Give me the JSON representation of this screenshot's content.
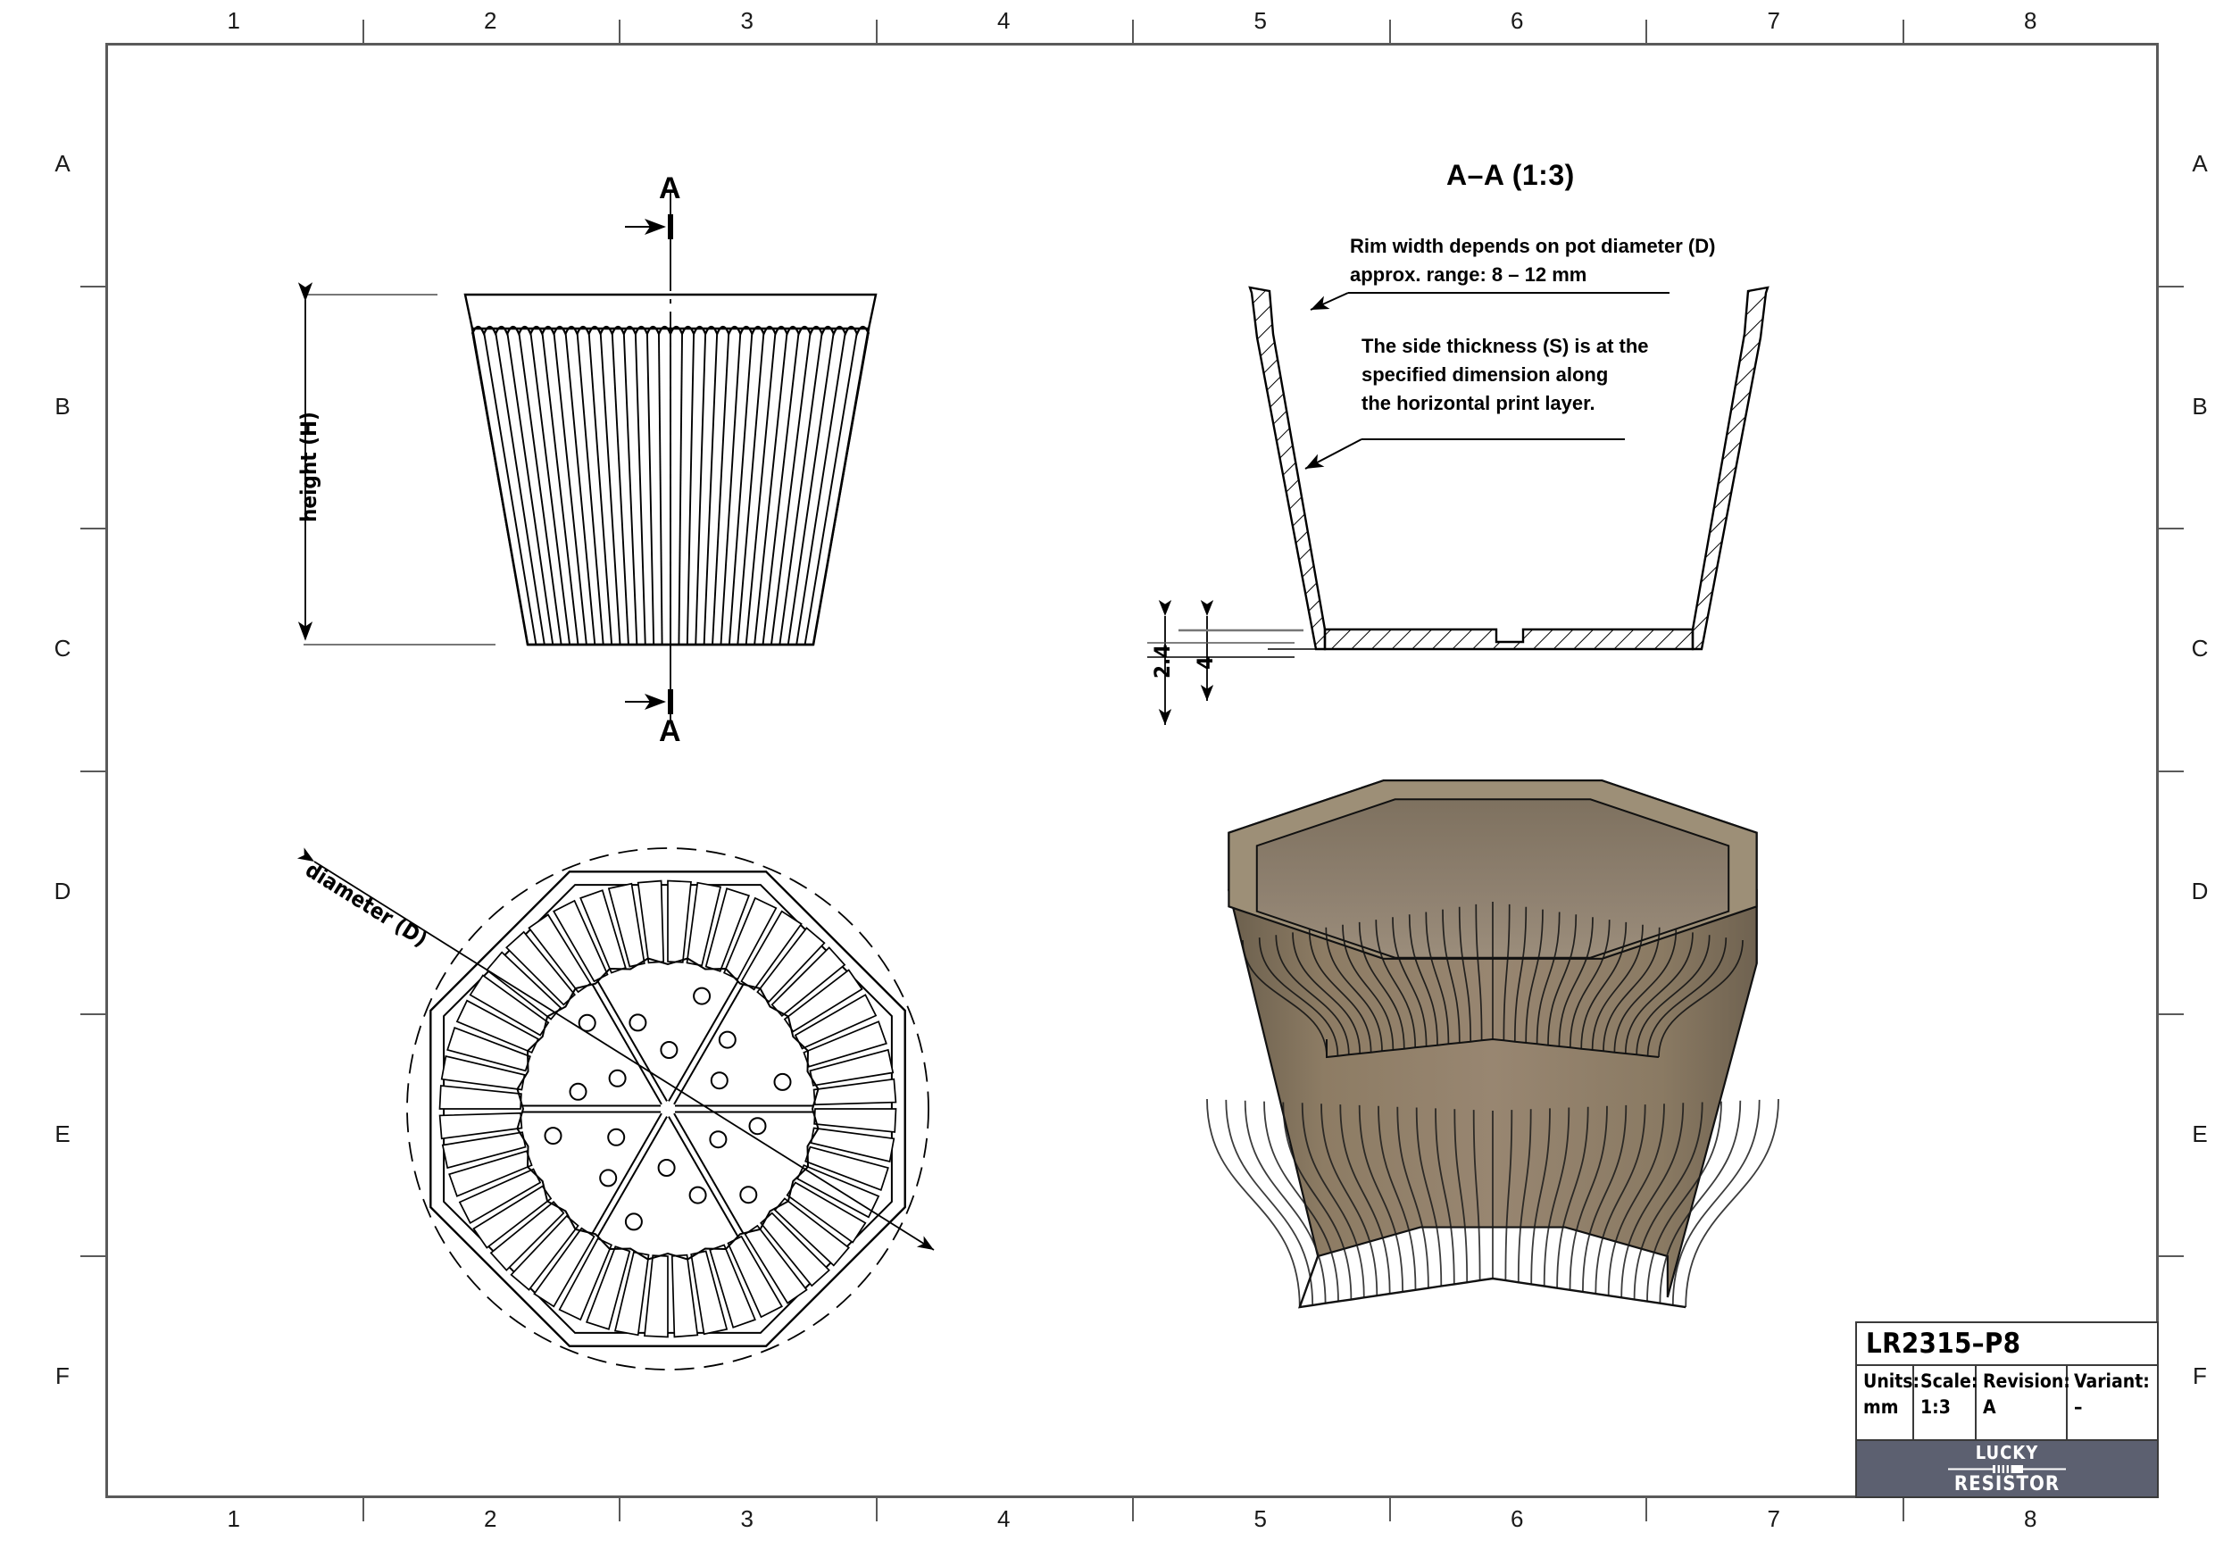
{
  "sheet": {
    "zones_top": [
      "1",
      "2",
      "3",
      "4",
      "5",
      "6",
      "7",
      "8"
    ],
    "zones_bottom": [
      "1",
      "2",
      "3",
      "4",
      "5",
      "6",
      "7",
      "8"
    ],
    "zones_left": [
      "A",
      "B",
      "C",
      "D",
      "E",
      "F"
    ],
    "zones_right": [
      "A",
      "B",
      "C",
      "D",
      "E",
      "F"
    ],
    "frame_color": "#5a5a5a"
  },
  "views": {
    "front": {
      "section_marker_top": "A",
      "section_marker_bottom": "A",
      "height_dimension_label": "height (H)"
    },
    "section": {
      "title": "A–A (1:3)",
      "note_rim": "Rim width depends on pot diameter (D)\napprox. range: 8 – 12 mm",
      "note_rim_line1": "Rim width depends on pot diameter (D)",
      "note_rim_line2": "approx. range: 8 – 12 mm",
      "note_side_line1": "The side thickness (S) is at the",
      "note_side_line2": "specified dimension along",
      "note_side_line3": "the horizontal print layer.",
      "dim_outer": "2.4",
      "dim_inner": "4"
    },
    "plan": {
      "diameter_label": "diameter (D)"
    },
    "render": {
      "body_color": "#8d7c64",
      "shade_dark": "#6f6250",
      "shade_light": "#a2907a",
      "inner_color": "#97897a"
    }
  },
  "title_block": {
    "drawing_number": "LR2315–P8",
    "fields": [
      {
        "key": "Units:",
        "value": "mm"
      },
      {
        "key": "Scale:",
        "value": "1:3"
      },
      {
        "key": "Revision:",
        "value": "A"
      },
      {
        "key": "Variant:",
        "value": "–"
      }
    ],
    "logo": {
      "line1": "LUCKY",
      "line2": "RESISTOR",
      "background": "#5c6070"
    }
  }
}
